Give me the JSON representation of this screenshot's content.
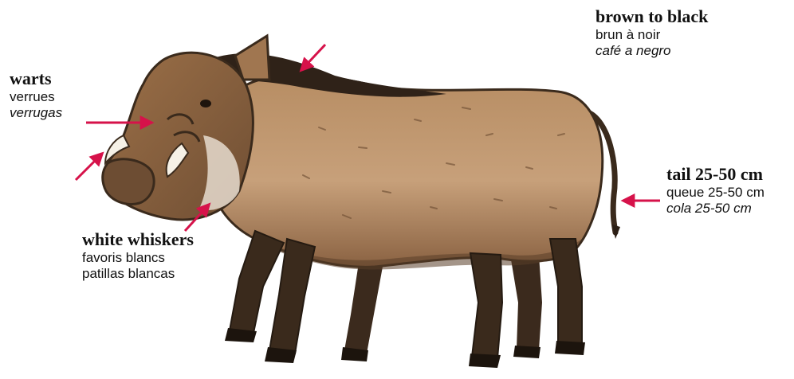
{
  "labels": {
    "warts": {
      "en": "warts",
      "fr": "verrues",
      "es": "verrugas"
    },
    "whiskers": {
      "en": "white whiskers",
      "fr": "favoris blancs",
      "es": "patillas blancas"
    },
    "color": {
      "en": "brown to black",
      "fr": "brun à noir",
      "es": "café a negro"
    },
    "tail": {
      "en": "tail 25-50 cm",
      "fr": "queue 25-50 cm",
      "es": "cola 25-50 cm"
    }
  },
  "colors": {
    "arrow": "#d6124a",
    "body_light": "#c29a72",
    "body_mid": "#a47b55",
    "body_dark": "#3a2a1c"
  }
}
